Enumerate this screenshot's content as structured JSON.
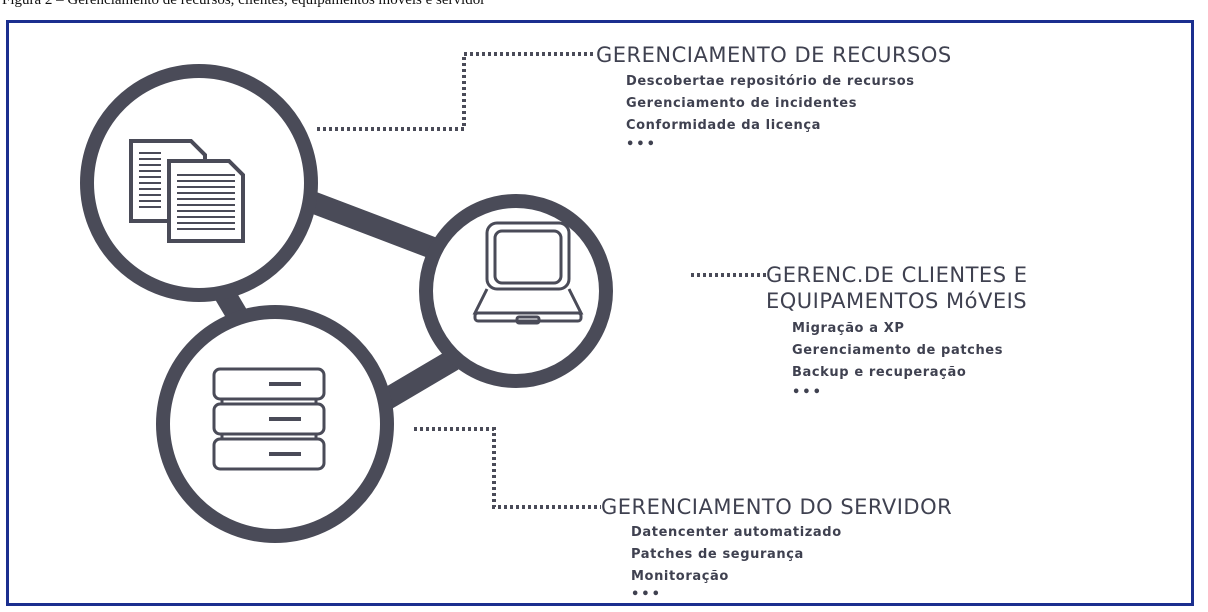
{
  "caption": "Figura 2 – Gerenciamento de recursos, clientes, equipamentos móveis e servidor",
  "colors": {
    "primary": "#4a4b58",
    "frame": "#1b2f8f"
  },
  "sections": [
    {
      "id": "recursos",
      "icon": "documents-icon",
      "title_lines": [
        "GERENCIAMENTO DE RECURSOS"
      ],
      "items": [
        "Descobertae repositório de recursos",
        "Gerenciamento de incidentes",
        "Conformidade da licença"
      ],
      "more": "•••"
    },
    {
      "id": "clientes",
      "icon": "laptop-icon",
      "title_lines": [
        "GERENC.DE CLIENTES E",
        "EQUIPAMENTOS MóVEIS"
      ],
      "items": [
        "Migração a XP",
        "Gerenciamento de patches",
        "Backup e recuperação"
      ],
      "more": "•••"
    },
    {
      "id": "servidor",
      "icon": "server-icon",
      "title_lines": [
        "GERENCIAMENTO DO SERVIDOR"
      ],
      "items": [
        "Datencenter automatizado",
        "Patches de segurança",
        "Monitoração"
      ],
      "more": "•••"
    }
  ]
}
